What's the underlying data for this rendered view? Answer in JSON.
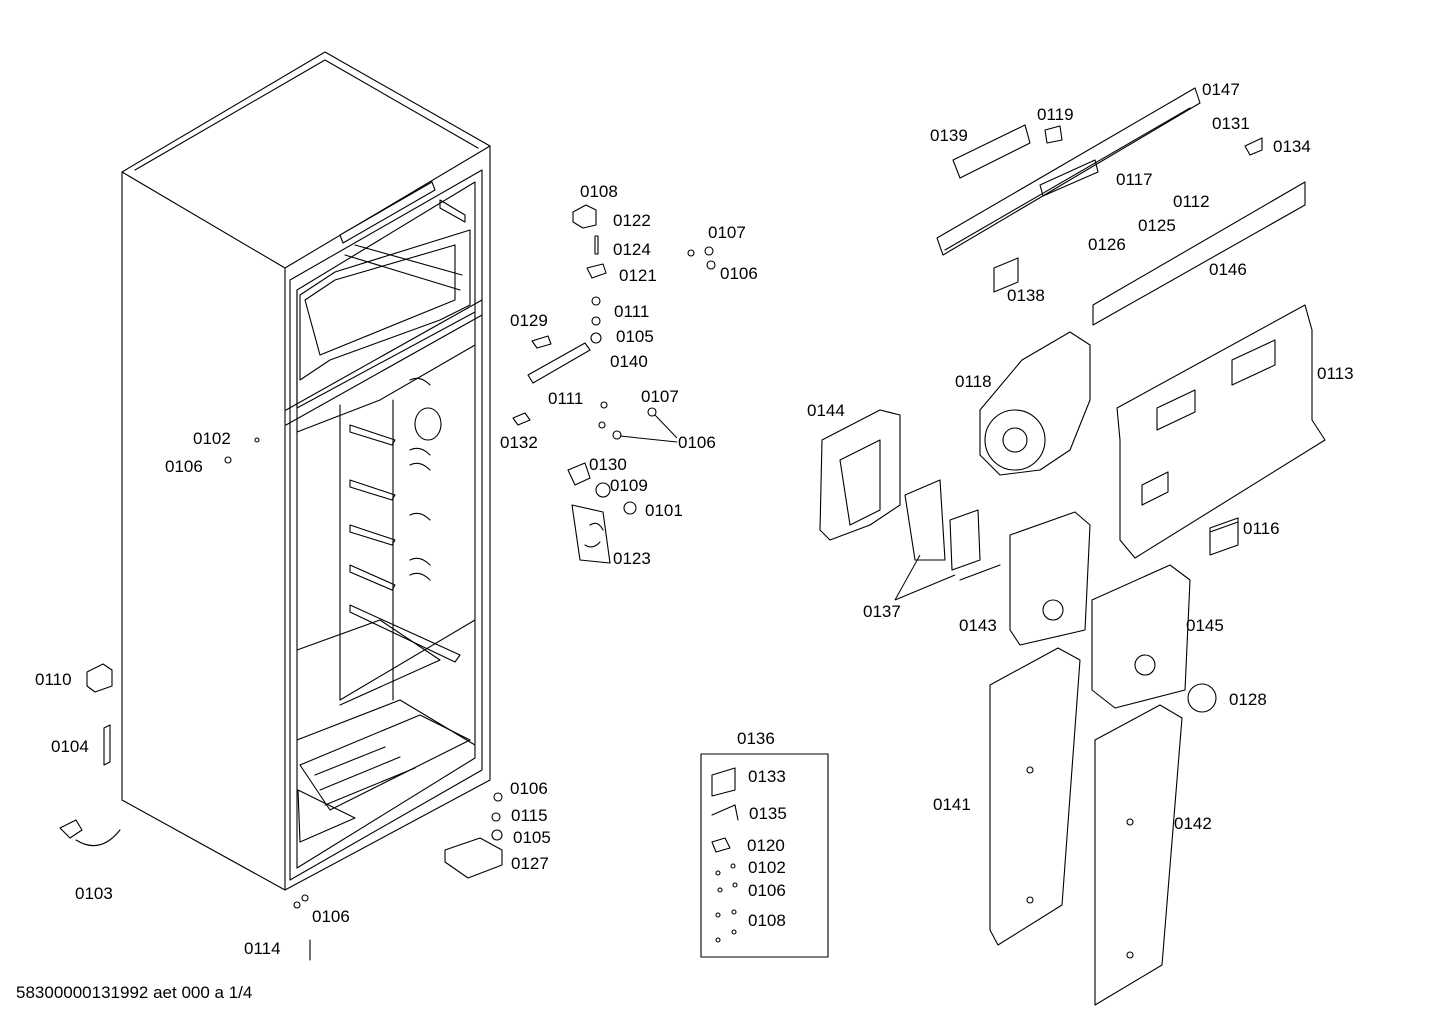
{
  "labels": [
    {
      "id": "0108a",
      "text": "0108"
    },
    {
      "id": "0122",
      "text": "0122"
    },
    {
      "id": "0124",
      "text": "0124"
    },
    {
      "id": "0121",
      "text": "0121"
    },
    {
      "id": "0107a",
      "text": "0107"
    },
    {
      "id": "0106a",
      "text": "0106"
    },
    {
      "id": "0111a",
      "text": "0111"
    },
    {
      "id": "0105a",
      "text": "0105"
    },
    {
      "id": "0129",
      "text": "0129"
    },
    {
      "id": "0140",
      "text": "0140"
    },
    {
      "id": "0111b",
      "text": "0111"
    },
    {
      "id": "0107b",
      "text": "0107"
    },
    {
      "id": "0132",
      "text": "0132"
    },
    {
      "id": "0106b",
      "text": "0106"
    },
    {
      "id": "0130",
      "text": "0130"
    },
    {
      "id": "0109",
      "text": "0109"
    },
    {
      "id": "0101",
      "text": "0101"
    },
    {
      "id": "0123",
      "text": "0123"
    },
    {
      "id": "0102a",
      "text": "0102"
    },
    {
      "id": "0106c",
      "text": "0106"
    },
    {
      "id": "0110",
      "text": "0110"
    },
    {
      "id": "0104",
      "text": "0104"
    },
    {
      "id": "0103",
      "text": "0103"
    },
    {
      "id": "0106d",
      "text": "0106"
    },
    {
      "id": "0115",
      "text": "0115"
    },
    {
      "id": "0105b",
      "text": "0105"
    },
    {
      "id": "0127",
      "text": "0127"
    },
    {
      "id": "0106e",
      "text": "0106"
    },
    {
      "id": "0114",
      "text": "0114"
    },
    {
      "id": "0139",
      "text": "0139"
    },
    {
      "id": "0119",
      "text": "0119"
    },
    {
      "id": "0147",
      "text": "0147"
    },
    {
      "id": "0131",
      "text": "0131"
    },
    {
      "id": "0134",
      "text": "0134"
    },
    {
      "id": "0117",
      "text": "0117"
    },
    {
      "id": "0112",
      "text": "0112"
    },
    {
      "id": "0125",
      "text": "0125"
    },
    {
      "id": "0126",
      "text": "0126"
    },
    {
      "id": "0138",
      "text": "0138"
    },
    {
      "id": "0146",
      "text": "0146"
    },
    {
      "id": "0118",
      "text": "0118"
    },
    {
      "id": "0113",
      "text": "0113"
    },
    {
      "id": "0144",
      "text": "0144"
    },
    {
      "id": "0116",
      "text": "0116"
    },
    {
      "id": "0137",
      "text": "0137"
    },
    {
      "id": "0143",
      "text": "0143"
    },
    {
      "id": "0145",
      "text": "0145"
    },
    {
      "id": "0128",
      "text": "0128"
    },
    {
      "id": "0141",
      "text": "0141"
    },
    {
      "id": "0142",
      "text": "0142"
    },
    {
      "id": "0136",
      "text": "0136"
    },
    {
      "id": "0133",
      "text": "0133"
    },
    {
      "id": "0135",
      "text": "0135"
    },
    {
      "id": "0120",
      "text": "0120"
    },
    {
      "id": "0102b",
      "text": "0102"
    },
    {
      "id": "0106f",
      "text": "0106"
    },
    {
      "id": "0108b",
      "text": "0108"
    }
  ],
  "footer": "58300000131992 aet 000 a 1/4"
}
